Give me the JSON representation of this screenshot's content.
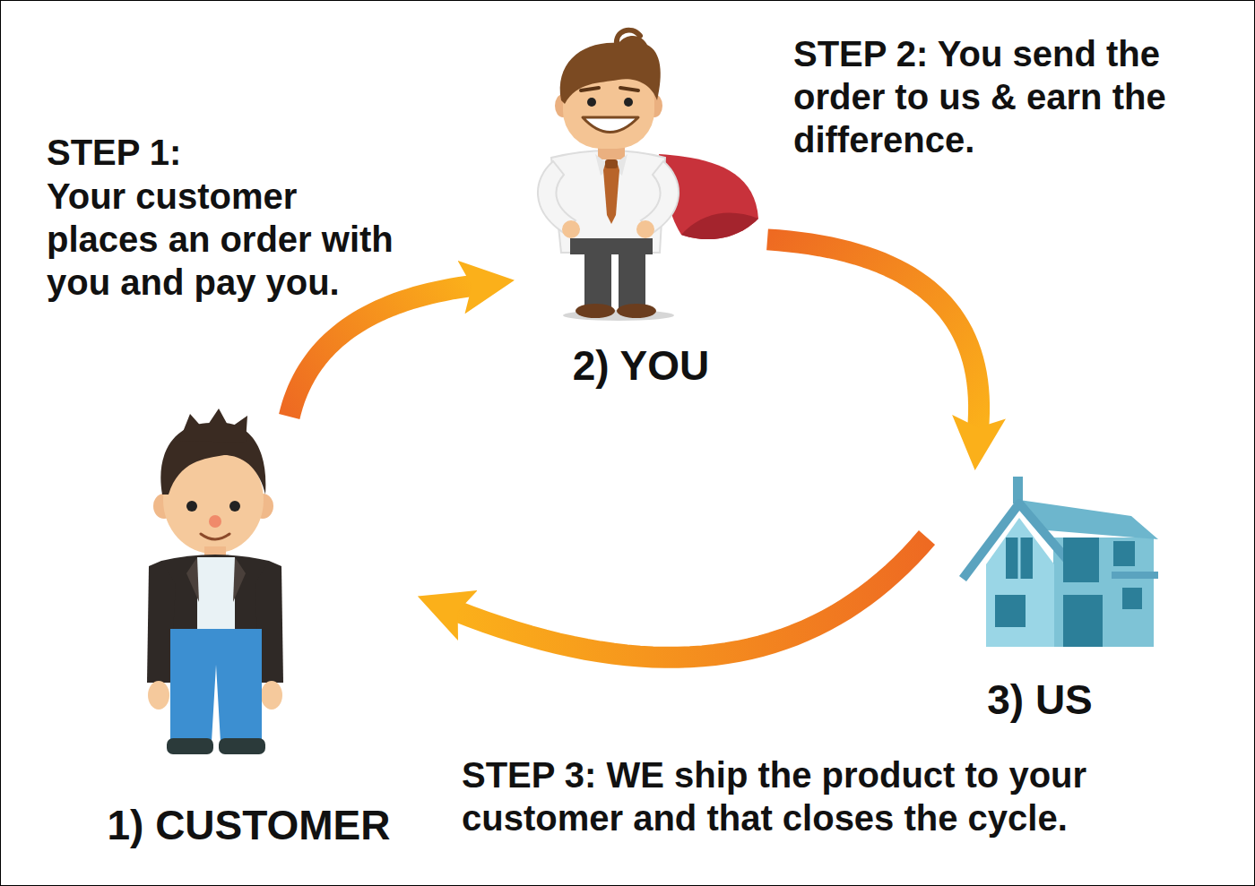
{
  "diagram": {
    "nodes": [
      {
        "text": [
          "1) CUSTOMER"
        ]
      },
      {
        "text": [
          "2) YOU"
        ]
      },
      {
        "text": [
          "3) US"
        ]
      }
    ],
    "edges": [
      {
        "from": 0,
        "to": 1,
        "arrow": "to"
      },
      {
        "from": 1,
        "to": 2,
        "arrow": "to"
      },
      {
        "from": 2,
        "to": 0,
        "arrow": "to"
      }
    ],
    "labels": [
      "STEP 1:",
      "Your customer places an order with you and pay you.",
      "STEP 2: You send the order to us & earn the difference.",
      "STEP 3: WE ship the product to your customer and that closes the cycle."
    ]
  }
}
